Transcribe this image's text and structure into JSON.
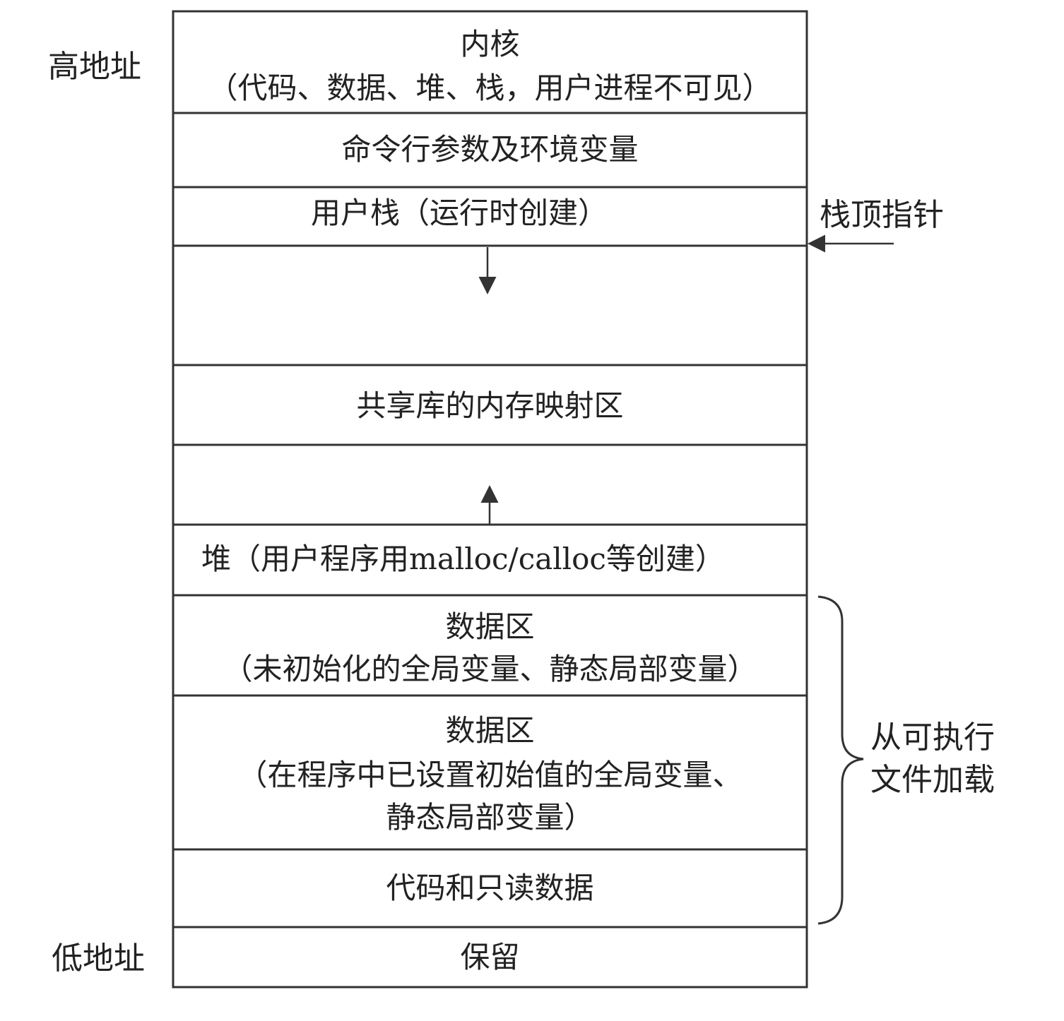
{
  "left_labels": {
    "high": "高地址",
    "low": "低地址"
  },
  "segments": {
    "kernel": {
      "title": "内核",
      "note": "（代码、数据、堆、栈，用户进程不可见）"
    },
    "args_env": {
      "title": "命令行参数及环境变量"
    },
    "user_stack": {
      "title": "用户栈（运行时创建）"
    },
    "shared_libs": {
      "title": "共享库的内存映射区"
    },
    "heap": {
      "title": "堆（用户程序用malloc/calloc等创建）"
    },
    "bss": {
      "title": "数据区",
      "note": "（未初始化的全局变量、静态局部变量）"
    },
    "data": {
      "title": "数据区",
      "note1": "（在程序中已设置初始值的全局变量、",
      "note2": "静态局部变量）"
    },
    "text": {
      "title": "代码和只读数据"
    },
    "reserved": {
      "title": "保留"
    }
  },
  "right_labels": {
    "stack_pointer": "栈顶指针",
    "loaded_line1": "从可执行",
    "loaded_line2": "文件加载"
  }
}
